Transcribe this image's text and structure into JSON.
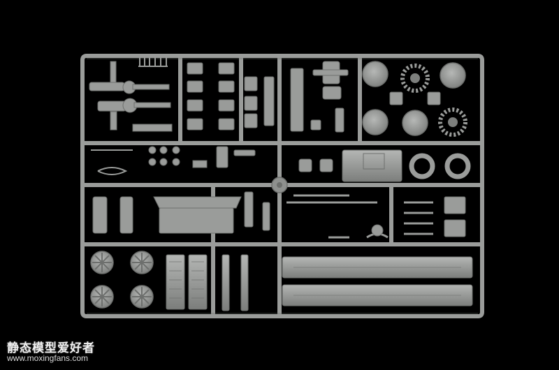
{
  "photo": {
    "subject": "sprue",
    "background_color": "#000000",
    "plastic_color": "#9a9c9a",
    "plastic_shadow": "#6d6f6d",
    "plastic_highlight": "#b9bbb9"
  },
  "watermark": {
    "brand": "静态模型爱好者",
    "url": "www.moxingfans.com"
  }
}
